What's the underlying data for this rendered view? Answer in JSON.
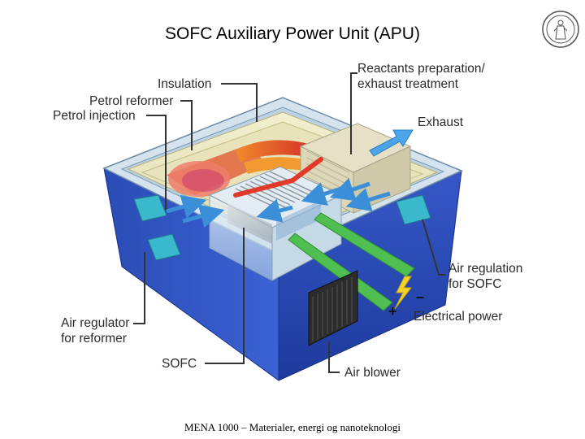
{
  "title": "SOFC Auxiliary Power Unit (APU)",
  "footer": "MENA 1000 – Materialer, energi og nanoteknologi",
  "logo": {
    "name": "university-seal",
    "color": "#555555"
  },
  "colors": {
    "box_blue": "#2a4fc0",
    "box_dark": "#1c3896",
    "insulation": "#eeecc4",
    "arrow_blue": "#3a8fd8",
    "arrow_green": "#4fbf52",
    "reformer_orange": "#e87b2a",
    "reformer_red": "#d9352a",
    "bolt": "#f4d22a"
  },
  "labels": {
    "insulation": "Insulation",
    "petrol_reformer": "Petrol reformer",
    "petrol_injection": "Petrol injection",
    "reactants_1": "Reactants preparation/",
    "reactants_2": "exhaust treatment",
    "exhaust": "Exhaust",
    "air_regulation_1": "Air regulation",
    "air_regulation_2": "for SOFC",
    "electrical_power": "Electrical power",
    "air_regulator_1": "Air regulator",
    "air_regulator_2": "for reformer",
    "sofc": "SOFC",
    "air_blower": "Air blower"
  },
  "terminals": {
    "minus": "–",
    "plus": "+"
  }
}
